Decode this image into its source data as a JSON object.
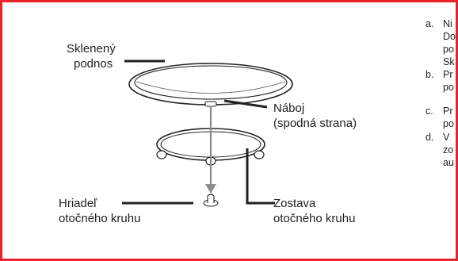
{
  "labels": {
    "glass_tray_line1": "Sklenený",
    "glass_tray_line2": "podnos",
    "hub_line1": "Náboj",
    "hub_line2": "(spodná strana)",
    "shaft_line1": "Hriadeľ",
    "shaft_line2": "otočného kruhu",
    "ring_line1": "Zostava",
    "ring_line2": "otočného kruhu"
  },
  "steps": [
    {
      "letter": "a.",
      "lines": [
        "Ni",
        "Do",
        "po",
        "Sk"
      ]
    },
    {
      "letter": "b.",
      "lines": [
        "Pr",
        "po"
      ]
    },
    {
      "letter": "c.",
      "lines": [
        "Pr",
        "po"
      ]
    },
    {
      "letter": "d.",
      "lines": [
        "V",
        "zo",
        "au"
      ]
    }
  ],
  "colors": {
    "border": "#e8232a",
    "arrow": "#8c8c8c",
    "line": "#222222"
  }
}
